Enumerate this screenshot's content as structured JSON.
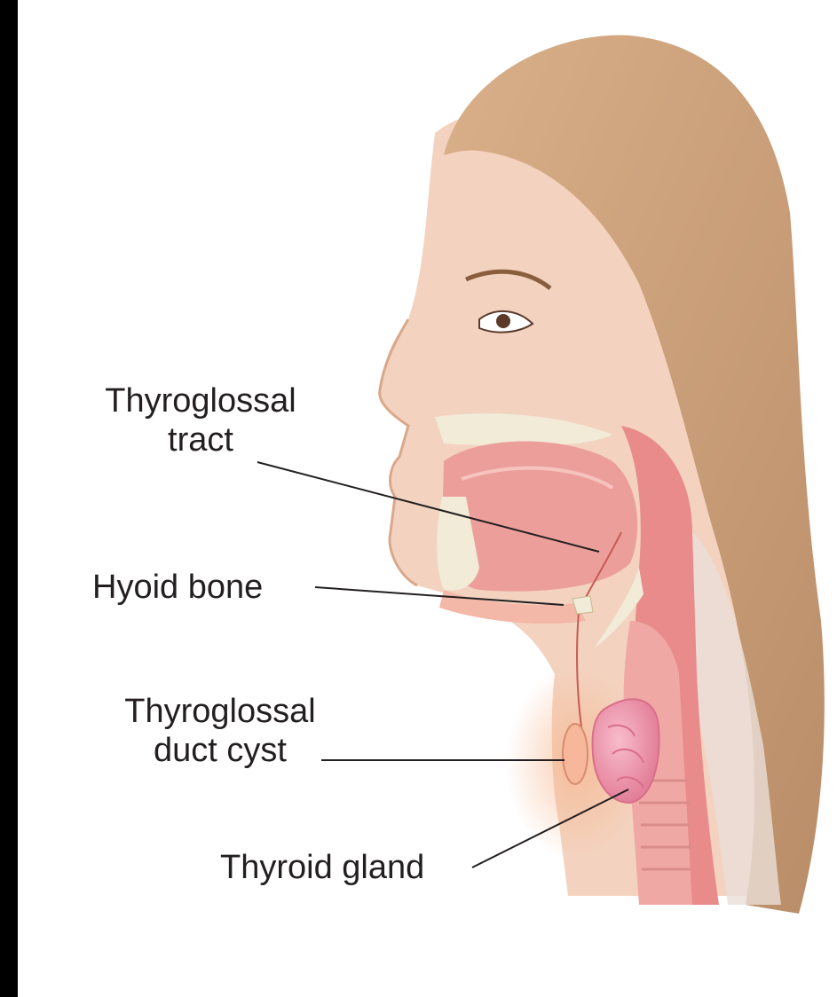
{
  "diagram": {
    "labels": {
      "thyroglossal_tract": [
        "Thyroglossal",
        "tract"
      ],
      "hyoid_bone": "Hyoid bone",
      "thyroglossal_duct_cyst": [
        "Thyroglossal",
        "duct cyst"
      ],
      "thyroid_gland": "Thyroid gland"
    },
    "colors": {
      "background": "#ffffff",
      "frame": "#000000",
      "skin": "#f3d3c0",
      "hair": "#caa07a",
      "tissue": "#ec9f9a",
      "bone": "#f1ebd7",
      "thyroid": "#ef95a8",
      "label_text": "#231f20"
    }
  }
}
